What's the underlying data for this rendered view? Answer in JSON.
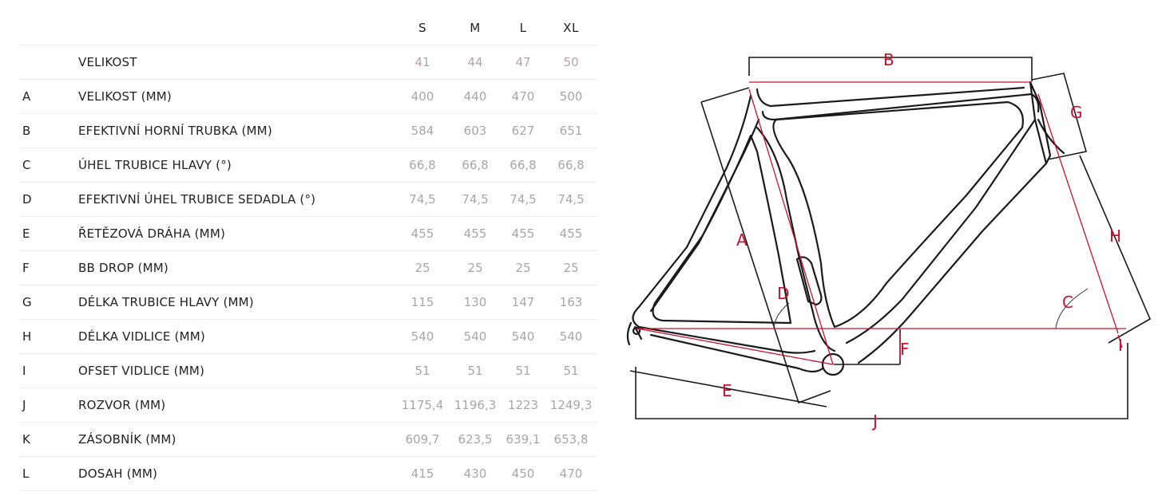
{
  "table": {
    "headers": [
      "S",
      "M",
      "L",
      "XL"
    ],
    "rows": [
      {
        "code": "",
        "label": "VELIKOST",
        "values": [
          "41",
          "44",
          "47",
          "50"
        ]
      },
      {
        "code": "A",
        "label": "VELIKOST (MM)",
        "values": [
          "400",
          "440",
          "470",
          "500"
        ]
      },
      {
        "code": "B",
        "label": "EFEKTIVNÍ HORNÍ TRUBKA (MM)",
        "values": [
          "584",
          "603",
          "627",
          "651"
        ]
      },
      {
        "code": "C",
        "label": "ÚHEL TRUBICE HLAVY (°)",
        "values": [
          "66,8",
          "66,8",
          "66,8",
          "66,8"
        ]
      },
      {
        "code": "D",
        "label": "EFEKTIVNÍ ÚHEL TRUBICE SEDADLA (°)",
        "values": [
          "74,5",
          "74,5",
          "74,5",
          "74,5"
        ]
      },
      {
        "code": "E",
        "label": "ŘETĚZOVÁ DRÁHA (MM)",
        "values": [
          "455",
          "455",
          "455",
          "455"
        ]
      },
      {
        "code": "F",
        "label": "BB DROP (MM)",
        "values": [
          "25",
          "25",
          "25",
          "25"
        ]
      },
      {
        "code": "G",
        "label": "DÉLKA TRUBICE HLAVY (MM)",
        "values": [
          "115",
          "130",
          "147",
          "163"
        ]
      },
      {
        "code": "H",
        "label": "DÉLKA VIDLICE (MM)",
        "values": [
          "540",
          "540",
          "540",
          "540"
        ]
      },
      {
        "code": "I",
        "label": "OFSET VIDLICE (MM)",
        "values": [
          "51",
          "51",
          "51",
          "51"
        ]
      },
      {
        "code": "J",
        "label": "ROZVOR (MM)",
        "values": [
          "1175,4",
          "1196,3",
          "1223",
          "1249,3"
        ]
      },
      {
        "code": "K",
        "label": "ZÁSOBNÍK (MM)",
        "values": [
          "609,7",
          "623,5",
          "639,1",
          "653,8"
        ]
      },
      {
        "code": "L",
        "label": "DOSAH (MM)",
        "values": [
          "415",
          "430",
          "450",
          "470"
        ]
      }
    ]
  },
  "diagram": {
    "labels": {
      "A": "A",
      "B": "B",
      "C": "C",
      "D": "D",
      "E": "E",
      "F": "F",
      "G": "G",
      "H": "H",
      "I": "I",
      "J": "J"
    },
    "accent_color": "#c8102e",
    "frame_color": "#1a1a1a"
  }
}
